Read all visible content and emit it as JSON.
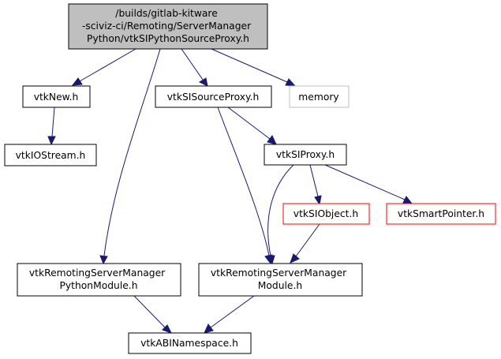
{
  "colors": {
    "root_fill": "#bfbfbf",
    "node_fill": "#ffffff",
    "border_default": "#000000",
    "border_red": "#ff0000",
    "border_gray": "#bfbfbf",
    "edge": "#191970",
    "text": "#000000"
  },
  "nodes": {
    "root": {
      "lines": [
        "/builds/gitlab-kitware",
        "-sciviz-ci/Remoting/ServerManager",
        "Python/vtkSIPythonSourceProxy.h"
      ]
    },
    "vtknew": {
      "lines": [
        "vtkNew.h"
      ]
    },
    "vtkiostream": {
      "lines": [
        "vtkIOStream.h"
      ]
    },
    "vtksisourceproxy": {
      "lines": [
        "vtkSISourceProxy.h"
      ]
    },
    "memory": {
      "lines": [
        "memory"
      ]
    },
    "vtksiproxy": {
      "lines": [
        "vtkSIProxy.h"
      ]
    },
    "vtksiobject": {
      "lines": [
        "vtkSIObject.h"
      ]
    },
    "vtksmartpointer": {
      "lines": [
        "vtkSmartPointer.h"
      ]
    },
    "pythonmodule": {
      "lines": [
        "vtkRemotingServerManager",
        "PythonModule.h"
      ]
    },
    "smmodule": {
      "lines": [
        "vtkRemotingServerManager",
        "Module.h"
      ]
    },
    "abinamespace": {
      "lines": [
        "vtkABINamespace.h"
      ]
    }
  }
}
